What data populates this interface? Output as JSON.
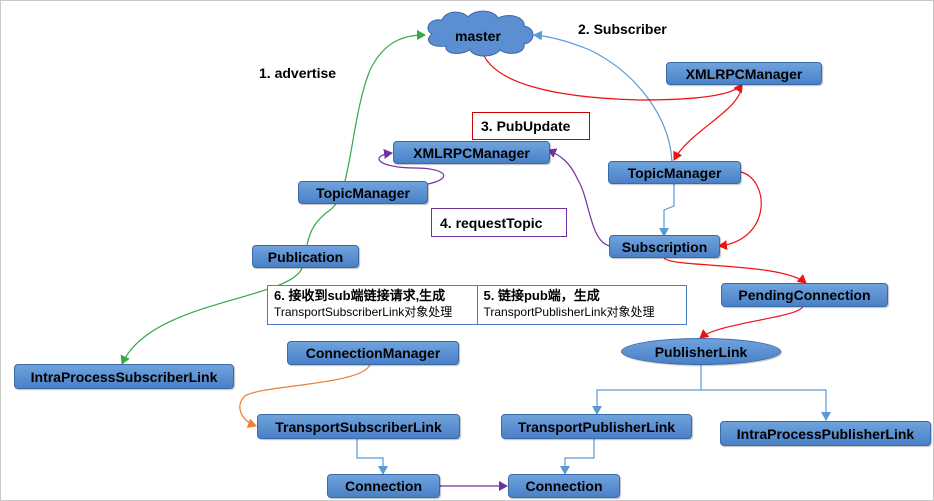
{
  "nodes": {
    "master": "master",
    "xmlrpc_right": "XMLRPCManager",
    "xmlrpc_left": "XMLRPCManager",
    "topic_manager_left": "TopicManager",
    "topic_manager_right": "TopicManager",
    "publication": "Publication",
    "subscription": "Subscription",
    "pending_connection": "PendingConnection",
    "publisher_link": "PublisherLink",
    "intra_process_subscriber_link": "IntraProcessSubscriberLink",
    "connection_manager": "ConnectionManager",
    "transport_subscriber_link": "TransportSubscriberLink",
    "transport_publisher_link": "TransportPublisherLink",
    "intra_process_publisher_link": "IntraProcessPublisherLink",
    "connection_left": "Connection",
    "connection_right": "Connection"
  },
  "labels": {
    "advertise": "1. advertise",
    "subscriber": "2. Subscriber",
    "pub_update": "3. PubUpdate",
    "request_topic": "4. requestTopic"
  },
  "notes": {
    "left_title": "6. 接收到sub端链接请求,生成",
    "left_body": "TransportSubscriberLink对象处理",
    "right_title": "5. 链接pub端，生成",
    "right_body": "TransportPublisherLink对象处理"
  },
  "colors": {
    "node_fill": "#5b8fd2",
    "green": "#33aa44",
    "blue": "#5b9bd5",
    "red": "#ee1111",
    "purple": "#7030a0",
    "orange": "#ed7d31",
    "pub_update_border": "#cc0000",
    "request_topic_border": "#7030a0"
  }
}
